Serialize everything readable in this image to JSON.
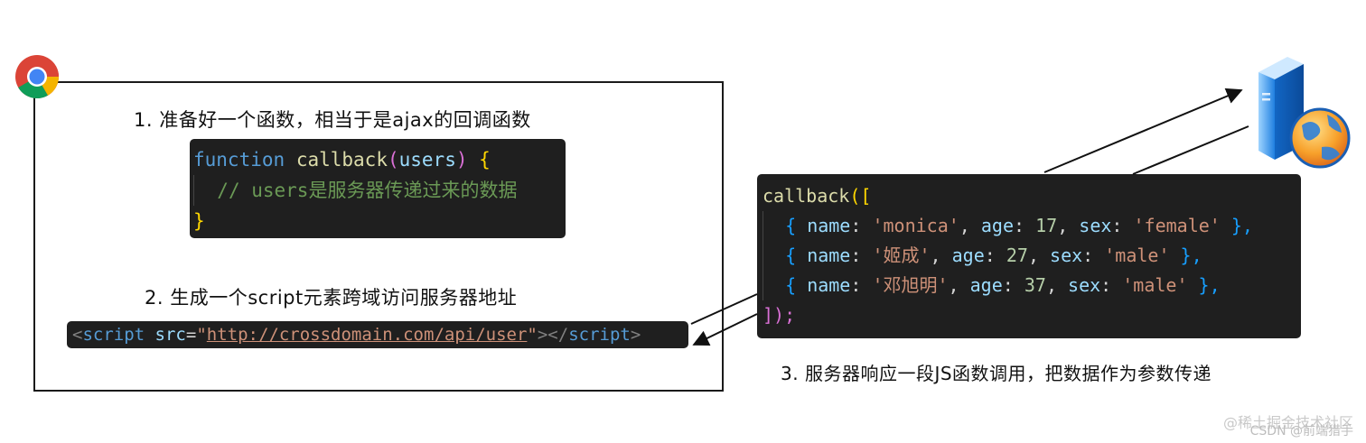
{
  "step1": {
    "label": "1. 准备好一个函数，相当于是ajax的回调函数"
  },
  "code_fn": {
    "keyword": "function",
    "name": "callback",
    "open_paren": "(",
    "param": "users",
    "close_paren": ")",
    "open_brace": "{",
    "comment": "// users是服务器传递过来的数据",
    "close_brace": "}"
  },
  "step2": {
    "label": "2. 生成一个script元素跨域访问服务器地址"
  },
  "code_script": {
    "open_lt": "<",
    "tag": "script",
    "attr": "src",
    "eq": "=",
    "quote_open": "\"",
    "url": "http://crossdomain.com/api/user",
    "quote_close": "\"",
    "gt": ">",
    "close_lt": "</",
    "close_tag": "script",
    "close_gt": ">"
  },
  "code_resp": {
    "fn": "callback",
    "open": "([",
    "rows": [
      {
        "name": "'monica'",
        "age": "17",
        "sex": "'female'",
        "tail": " },"
      },
      {
        "name": "'姬成'",
        "age": "27",
        "sex": "'male'",
        "tail": " },"
      },
      {
        "name": "'邓旭明'",
        "age": "37",
        "sex": "'male'",
        "tail": " },"
      }
    ],
    "key_name": "name",
    "key_age": "age",
    "key_sex": "sex",
    "close": "]);"
  },
  "step3": {
    "label": "3. 服务器响应一段JS函数调用，把数据作为参数传递"
  },
  "watermark": {
    "line1": "@稀土掘金技术社区",
    "line2": "CSDN @前端猎手"
  },
  "icons": {
    "browser": "chrome-logo-icon",
    "server": "server-globe-icon"
  },
  "colors": {
    "code_bg": "#1f1f1f",
    "frame": "#1a1a1a"
  }
}
